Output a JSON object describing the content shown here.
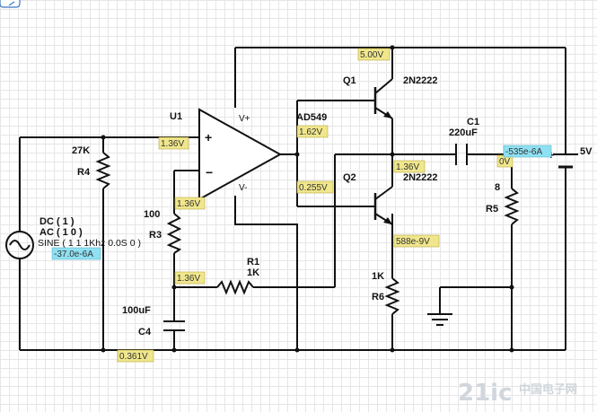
{
  "labels": {
    "u1": "U1",
    "opamp_model": "AD549",
    "vplus": "V+",
    "vminus": "V-",
    "plus_sign": "+",
    "minus_sign": "−",
    "q1": "Q1",
    "q1_model": "2N2222",
    "q2": "Q2",
    "q2_model": "2N2222",
    "c1": "C1",
    "c1_value": "220uF",
    "battery_value": "5V",
    "battery_plus": "+",
    "r4": "R4",
    "r4_value": "27K",
    "r3": "R3",
    "r3_value": "100",
    "r1": "R1",
    "r1_value": "1K",
    "r5": "R5",
    "r5_value": "8",
    "r6": "R6",
    "r6_value": "1K",
    "c4": "C4",
    "c4_value": "100uF",
    "source_dc": "DC ( 1 )",
    "source_ac": "AC ( 1 0 )",
    "source_sine": "SINE ( 1 1 1Khz 0.0S 0 )"
  },
  "probes": {
    "supply": "5.00V",
    "noninv_input": "1.36V",
    "inv_input": "1.36V",
    "q1_base": "1.62V",
    "q2_base": "0.255V",
    "emitter_node": "1.36V",
    "feedback_node": "1.36V",
    "ground_rail": "0.361V",
    "load_node": "0V",
    "source_current": "-37.0e-6A",
    "c1_current": "-535e-6A",
    "r6_current": "588e-9V"
  },
  "watermark": {
    "brand": "21ic",
    "sub": "中国电子网"
  },
  "colors": {
    "voltage_probe": "#f0e68c",
    "current_probe": "#8fe0f2",
    "wire": "#111111"
  }
}
